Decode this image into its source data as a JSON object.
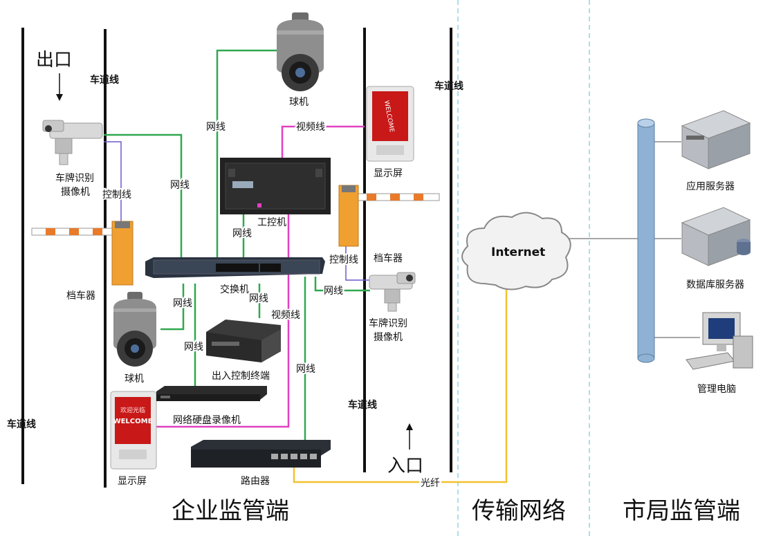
{
  "colors": {
    "network_cable": "#2fa84f",
    "video_cable": "#e040c0",
    "control_cable": "#6a5acd",
    "fiber": "#f2c12e",
    "zone_divider": "#8fd3e0",
    "barrier_arm_orange": "#e87a2a",
    "barrier_box": "#f0a030"
  },
  "zones": {
    "enterprise": "企业监管端",
    "transmission": "传输网络",
    "city": "市局监管端"
  },
  "lane_labels": {
    "lane_left_top": "车道线",
    "lane_left_bottom": "车道线",
    "lane_mid": "车道线",
    "lane_right": "车道线"
  },
  "directions": {
    "exit": "出口",
    "entrance": "入口"
  },
  "devices": {
    "ptz_top": "球机",
    "ptz_bottom": "球机",
    "lpr_left": "车牌识别\n摄像机",
    "lpr_left_l1": "车牌识别",
    "lpr_left_l2": "摄像机",
    "lpr_right_l1": "车牌识别",
    "lpr_right_l2": "摄像机",
    "display_top": "显示屏",
    "display_bottom": "显示屏",
    "ipc": "工控机",
    "switch": "交换机",
    "barrier_left": "档车器",
    "barrier_right": "档车器",
    "access_terminal": "出入控制终端",
    "nvr": "网络硬盘录像机",
    "router": "路由器",
    "internet": "Internet",
    "app_server": "应用服务器",
    "db_server": "数据库服务器",
    "admin_pc": "管理电脑"
  },
  "cables": {
    "net_ptz_top": "网线",
    "net_lpr_left": "网线",
    "net_ipc": "网线",
    "net_ptz_bottom": "网线",
    "net_nvr": "网线",
    "net_terminal": "网线",
    "net_router": "网线",
    "net_lpr_right": "网线",
    "video_display_top": "视频线",
    "video_display_bottom": "视频线",
    "control_left": "控制线",
    "control_right": "控制线",
    "fiber": "光纤"
  },
  "display_text": {
    "welcome": "WELCOME",
    "welcome_cn": "欢迎光临"
  }
}
